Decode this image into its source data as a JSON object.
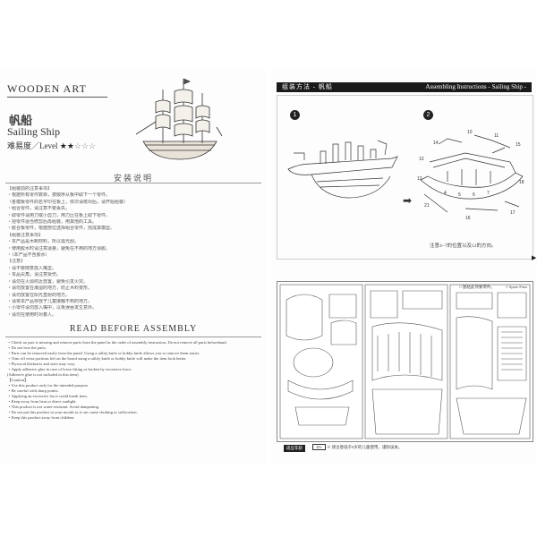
{
  "left_page": {
    "brand": "WOODEN ART",
    "model_name_cn": "帆船",
    "model_name_en": "Sailing Ship",
    "level_label": "难易度／Level",
    "level_stars_filled": 2,
    "level_stars_total": 5,
    "safety_title": "安装说明",
    "cn_notes": [
      "【组装前的注意事项】",
      "・根据所有零件数目，按顺序从板中取下一个零件。",
      "（各模板零件的名字印在板上，依次请核对后，请开始组装）",
      "・组合零件，请注意不要丢失。",
      "・取零件请用刀或小剪刀，用力压在板上取下零件。",
      "・把零件适当修剪后再组装，用其他的工具。",
      "・胶合板零件，根据部位选择组合零件，完成其模型。",
      "【组装注意事项】",
      "・本产品是木制材料，所以需光刮。",
      "・使用胶水时请注意适量，避免在不用的地方涂胶。",
      "・（本产品不含胶水）",
      "【注意】",
      "・请不要随意放入嘴里。",
      "・本品尖角，请注意受伤。",
      "・请勿在火源附近放置，避免引发火灾。",
      "・请勿放置在潮湿的地方，防止木料变形。",
      "・请勿放置在阳光直射的地方。",
      "・请将本产品存放于儿童接触不到的地方。",
      "・小零件请勿放入嘴中，以免误吞发生意外。",
      "・请勿在使用时对着人。"
    ],
    "rba_title": "READ BEFORE ASSEMBLY",
    "en_notes": [
      "・Check no part is missing and remove parts from the panel in the order of assembly instruction. Do not remove all parts beforehand.",
      "・Do not lose the parts.",
      "・Parts can be removed easily from the panel. Using a utility knife or hobby knife allows you to remove them easier.",
      "・Trim off extra portions left on the board using a utility knife or hobby knife will make the item look better.",
      "・Plywood thickness and sizes may vary.",
      "・Apply adhesive glue in case of loose fitting or broken by excessive force.",
      "  (Adhesive glue is not included in this item)",
      "【Caution】",
      "・Use this product only for the intended purpose.",
      "・Be careful with sharp points.",
      "・Applying an excessive force could break item.",
      "・Keep away from heat or direct sunlight.",
      "・This product is not water-resistant. Avoid dampening.",
      "・Do not put this product in your mouth as it can cause choking or suffocation.",
      "・Keep this product away from children."
    ]
  },
  "right_page": {
    "header_cn": "组装方法 - 帆船",
    "header_en": "Assembling Instructions  - Sailing Ship -",
    "step_numbers": [
      "1",
      "2"
    ],
    "arrow": "➡",
    "step_note": "注意4~7的位置以及12的方向。",
    "glue_note": "□ 图粘此项要零件。",
    "spare_note": "□ Spare Parts",
    "age_label": "适应年龄",
    "age_value": "10+",
    "footer_note": "※ 请注意低于8岁的儿童使用，谨防误食。",
    "scroll_mark": "▶"
  }
}
